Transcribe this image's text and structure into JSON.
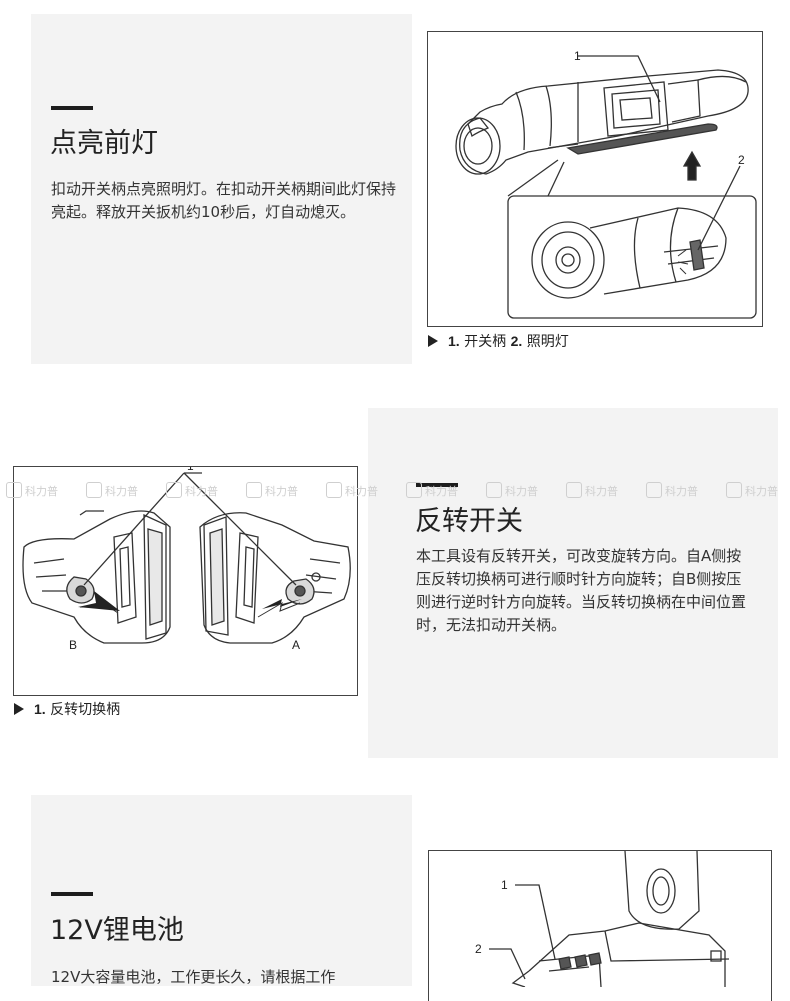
{
  "section1": {
    "title": "点亮前灯",
    "body": "扣动开关柄点亮照明灯。在扣动开关柄期间此灯保持亮起。释放开关扳机约10秒后，灯自动熄灭。",
    "figure": {
      "callout1": "1",
      "callout2": "2",
      "caption_num1": "1.",
      "caption_text1": "开关柄",
      "caption_num2": "2.",
      "caption_text2": "照明灯"
    }
  },
  "section2": {
    "title": "反转开关",
    "body": "本工具设有反转开关，可改变旋转方向。自A侧按压反转切换柄可进行顺时针方向旋转；自B侧按压则进行逆时针方向旋转。当反转切换柄在中间位置时，无法扣动开关柄。",
    "figure": {
      "callout1": "1",
      "label_b": "B",
      "label_a": "A",
      "caption_num1": "1.",
      "caption_text1": "反转切换柄"
    },
    "watermark_text": "科力普"
  },
  "section3": {
    "title": "12V锂电池",
    "body": "12V大容量电池，工作更长久，请根据工作",
    "figure": {
      "callout1": "1",
      "callout2": "2"
    }
  }
}
